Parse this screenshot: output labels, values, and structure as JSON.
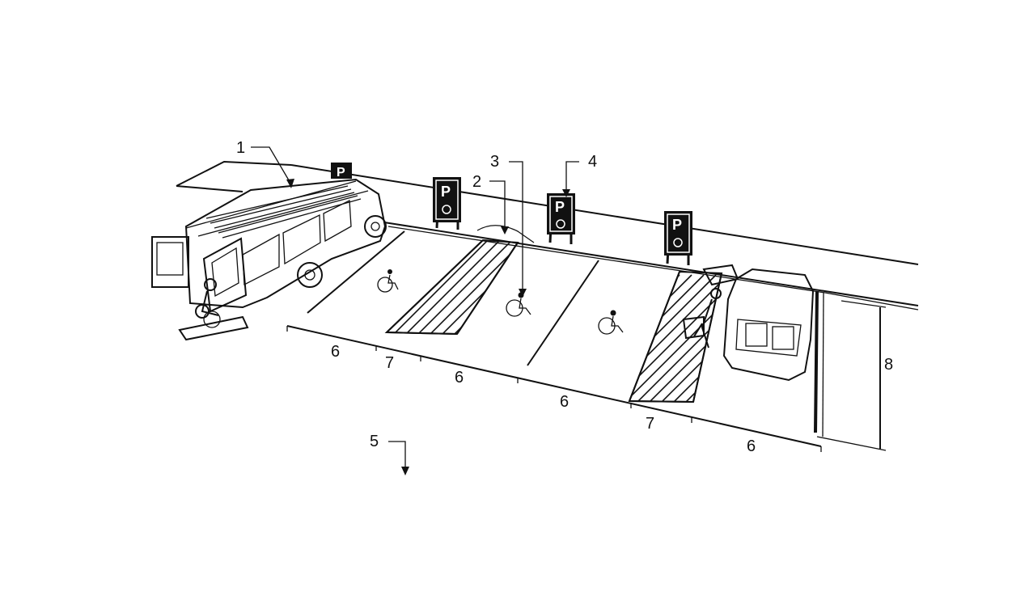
{
  "figure": {
    "callouts": {
      "c1": "1",
      "c2": "2",
      "c3": "3",
      "c4": "4",
      "c5": "5"
    },
    "dimensions": {
      "d1": "6",
      "d2": "7",
      "d3": "6",
      "d4": "6",
      "d5": "7",
      "d6": "6",
      "height": "8"
    },
    "sign_letter": "P"
  },
  "colors": {
    "ink": "#111111",
    "paper": "#ffffff"
  }
}
